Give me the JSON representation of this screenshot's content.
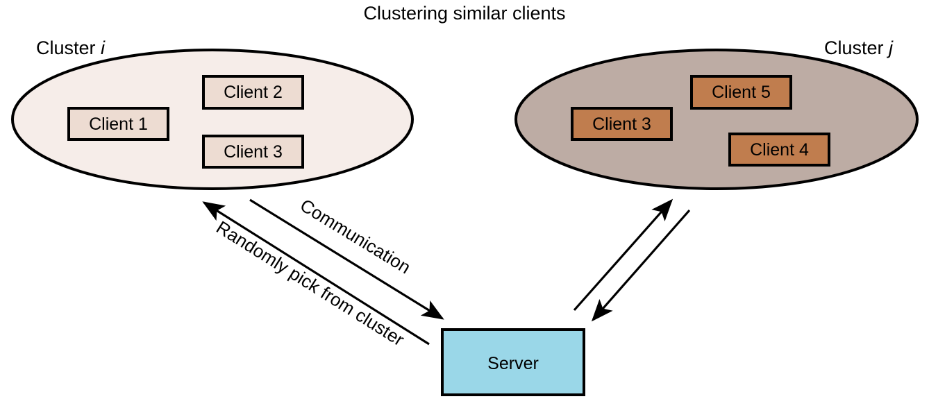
{
  "figure": {
    "title": "Clustering similar clients",
    "background_color": "#ffffff",
    "stroke_color": "#000000"
  },
  "clusters": [
    {
      "id": "cluster-i",
      "label_prefix": "Cluster ",
      "label_index": "i",
      "fill_color": "#f6ede9",
      "node_fill_color": "#eddcd2",
      "nodes": [
        {
          "id": "client-1",
          "label": "Client 1"
        },
        {
          "id": "client-2",
          "label": "Client 2"
        },
        {
          "id": "client-3-left",
          "label": "Client 3"
        }
      ]
    },
    {
      "id": "cluster-j",
      "label_prefix": "Cluster ",
      "label_index": "j",
      "fill_color": "#bdaca4",
      "node_fill_color": "#c07d4e",
      "nodes": [
        {
          "id": "client-3-right",
          "label": "Client 3"
        },
        {
          "id": "client-5",
          "label": "Client 5"
        },
        {
          "id": "client-4",
          "label": "Client 4"
        }
      ]
    }
  ],
  "server": {
    "label": "Server",
    "fill_color": "#9ad7e8"
  },
  "edges": [
    {
      "id": "edge-communication",
      "label": "Communication",
      "from": "cluster-i",
      "to": "server",
      "direction": "to-server"
    },
    {
      "id": "edge-randomly-pick",
      "label": "Randomly pick from cluster",
      "from": "server",
      "to": "cluster-i",
      "direction": "to-cluster"
    },
    {
      "id": "edge-cluster-j-up",
      "label": "",
      "from": "server",
      "to": "cluster-j",
      "direction": "to-cluster"
    },
    {
      "id": "edge-cluster-j-down",
      "label": "",
      "from": "cluster-j",
      "to": "server",
      "direction": "to-server"
    }
  ]
}
